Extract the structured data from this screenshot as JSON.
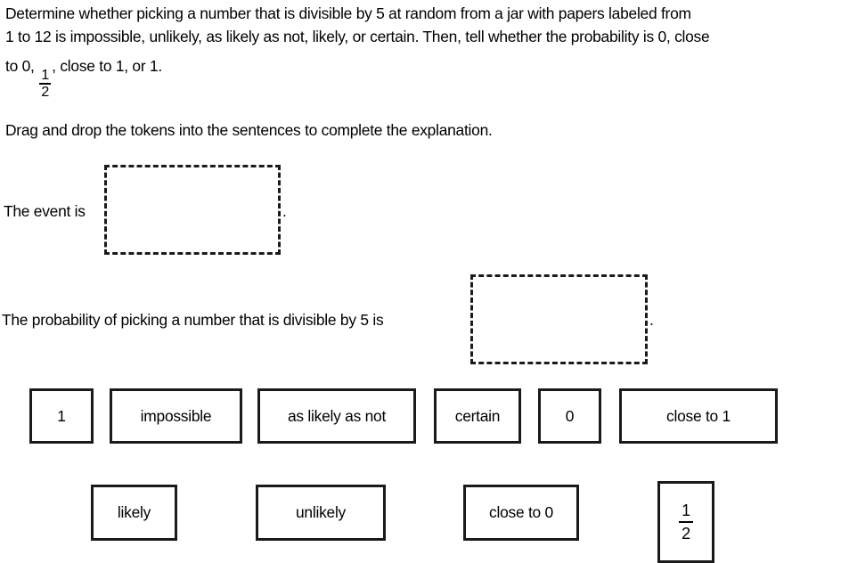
{
  "problem": {
    "line1": "Determine whether picking a number that is divisible by 5 at random from a jar with papers labeled from",
    "line2": "1 to 12 is impossible, unlikely, as likely as not, likely, or certain. Then, tell whether the probability is 0, close",
    "line3_before": "to 0, ",
    "line3_fraction_numerator": "1",
    "line3_fraction_denominator": "2",
    "line3_after": ", close to 1, or 1."
  },
  "instruction": "Drag and drop the tokens into the sentences to complete the explanation.",
  "sentences": [
    {
      "lead_text": "The event is",
      "drop_zone_placeholder": "",
      "trailing_punctuation": "."
    },
    {
      "lead_text": "The probability of picking a number that is divisible by 5 is",
      "drop_zone_placeholder": "",
      "trailing_punctuation": "."
    }
  ],
  "tokens": {
    "row1": [
      {
        "label": "1"
      },
      {
        "label": "impossible"
      },
      {
        "label": "as likely as not"
      },
      {
        "label": "certain"
      },
      {
        "label": "0"
      },
      {
        "label": "close to 1"
      }
    ],
    "row2": [
      {
        "label": "likely"
      },
      {
        "label": "unlikely"
      },
      {
        "label": "close to 0"
      },
      {
        "label": "",
        "fraction_numerator": "1",
        "fraction_denominator": "2"
      }
    ]
  },
  "colors": {
    "background": "#ffffff",
    "text": "#000000",
    "border": "#1a1a1a"
  }
}
